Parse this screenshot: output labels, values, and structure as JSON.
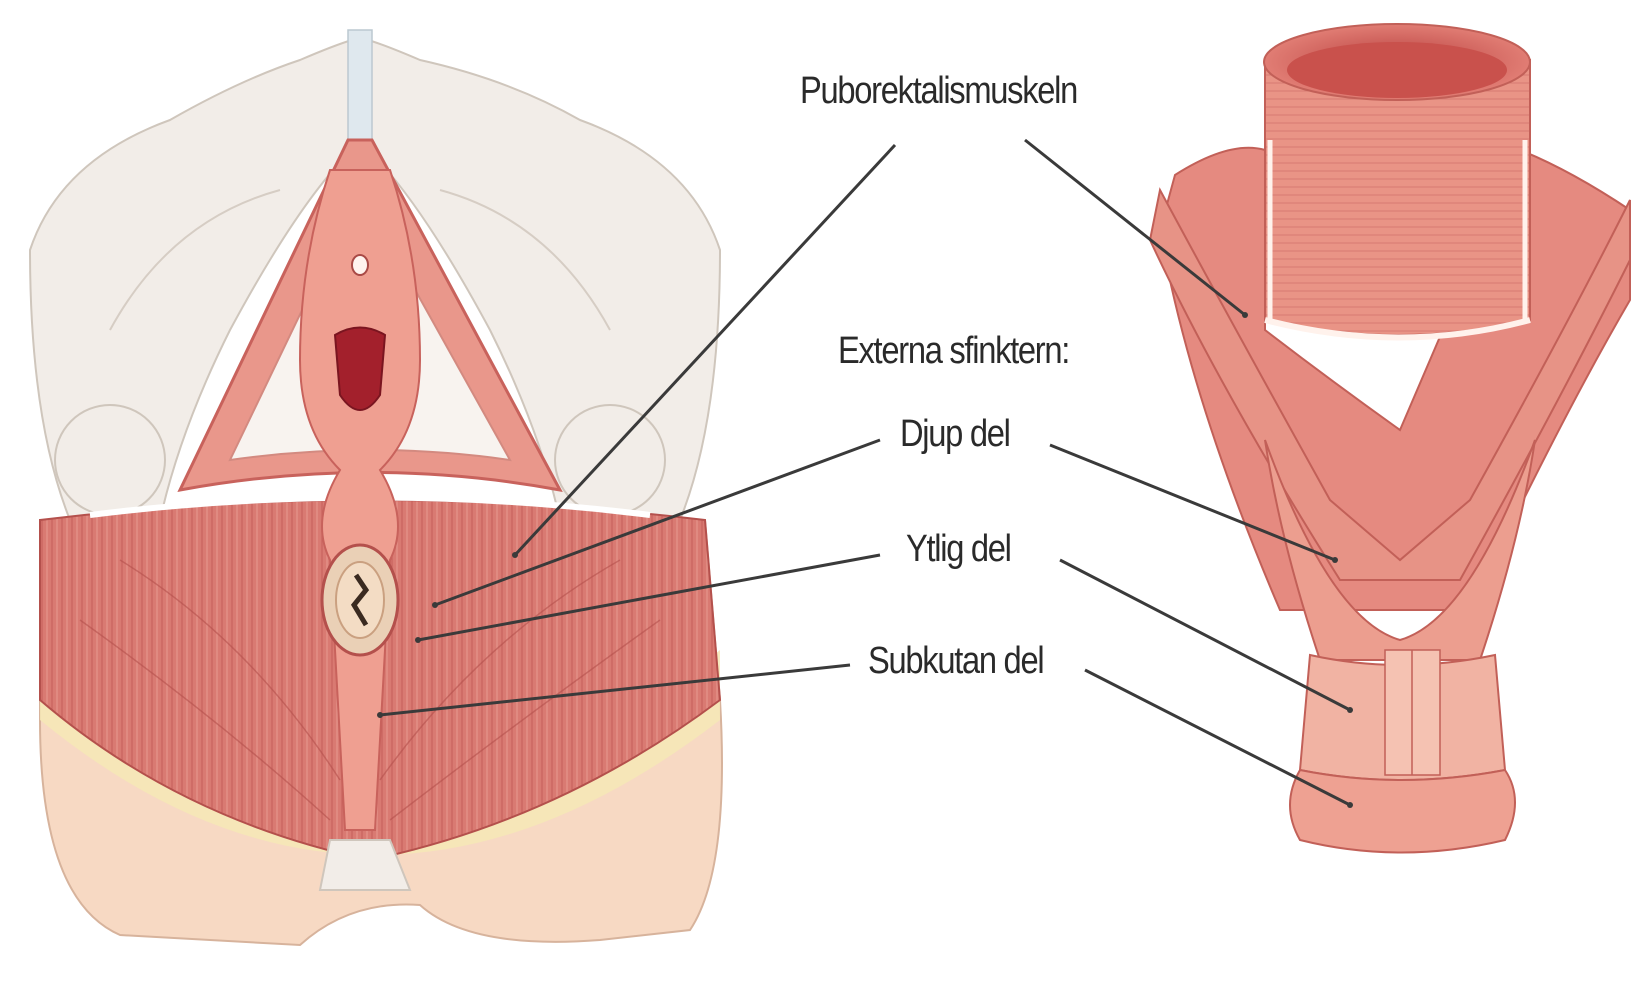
{
  "labels": {
    "puborectalis": "Puborektalismuskeln",
    "external_sphincter": "Externa sfinktern:",
    "deep_part": "Djup del",
    "superficial_part": "Ytlig del",
    "subcutaneous_part": "Subkutan del"
  },
  "colors": {
    "muscle": "#e38a80",
    "muscle_dark": "#c85c58",
    "muscle_light": "#f0b4a4",
    "bone": "#f2ede8",
    "skin": "#f7d9c3",
    "fat": "#f6e8b6",
    "leader_line": "#3a3a3a"
  }
}
